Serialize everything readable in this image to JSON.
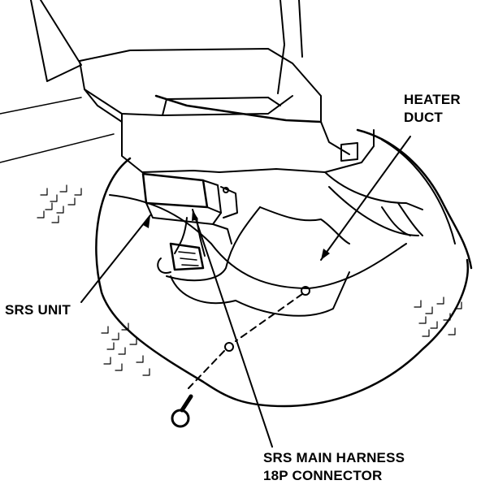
{
  "labels": {
    "heater_duct_line1": "HEATER",
    "heater_duct_line2": "DUCT",
    "srs_unit": "SRS UNIT",
    "harness_line1": "SRS MAIN HARNESS",
    "harness_line2": "18P CONNECTOR"
  },
  "colors": {
    "ink": "#000000",
    "background": "#ffffff"
  }
}
